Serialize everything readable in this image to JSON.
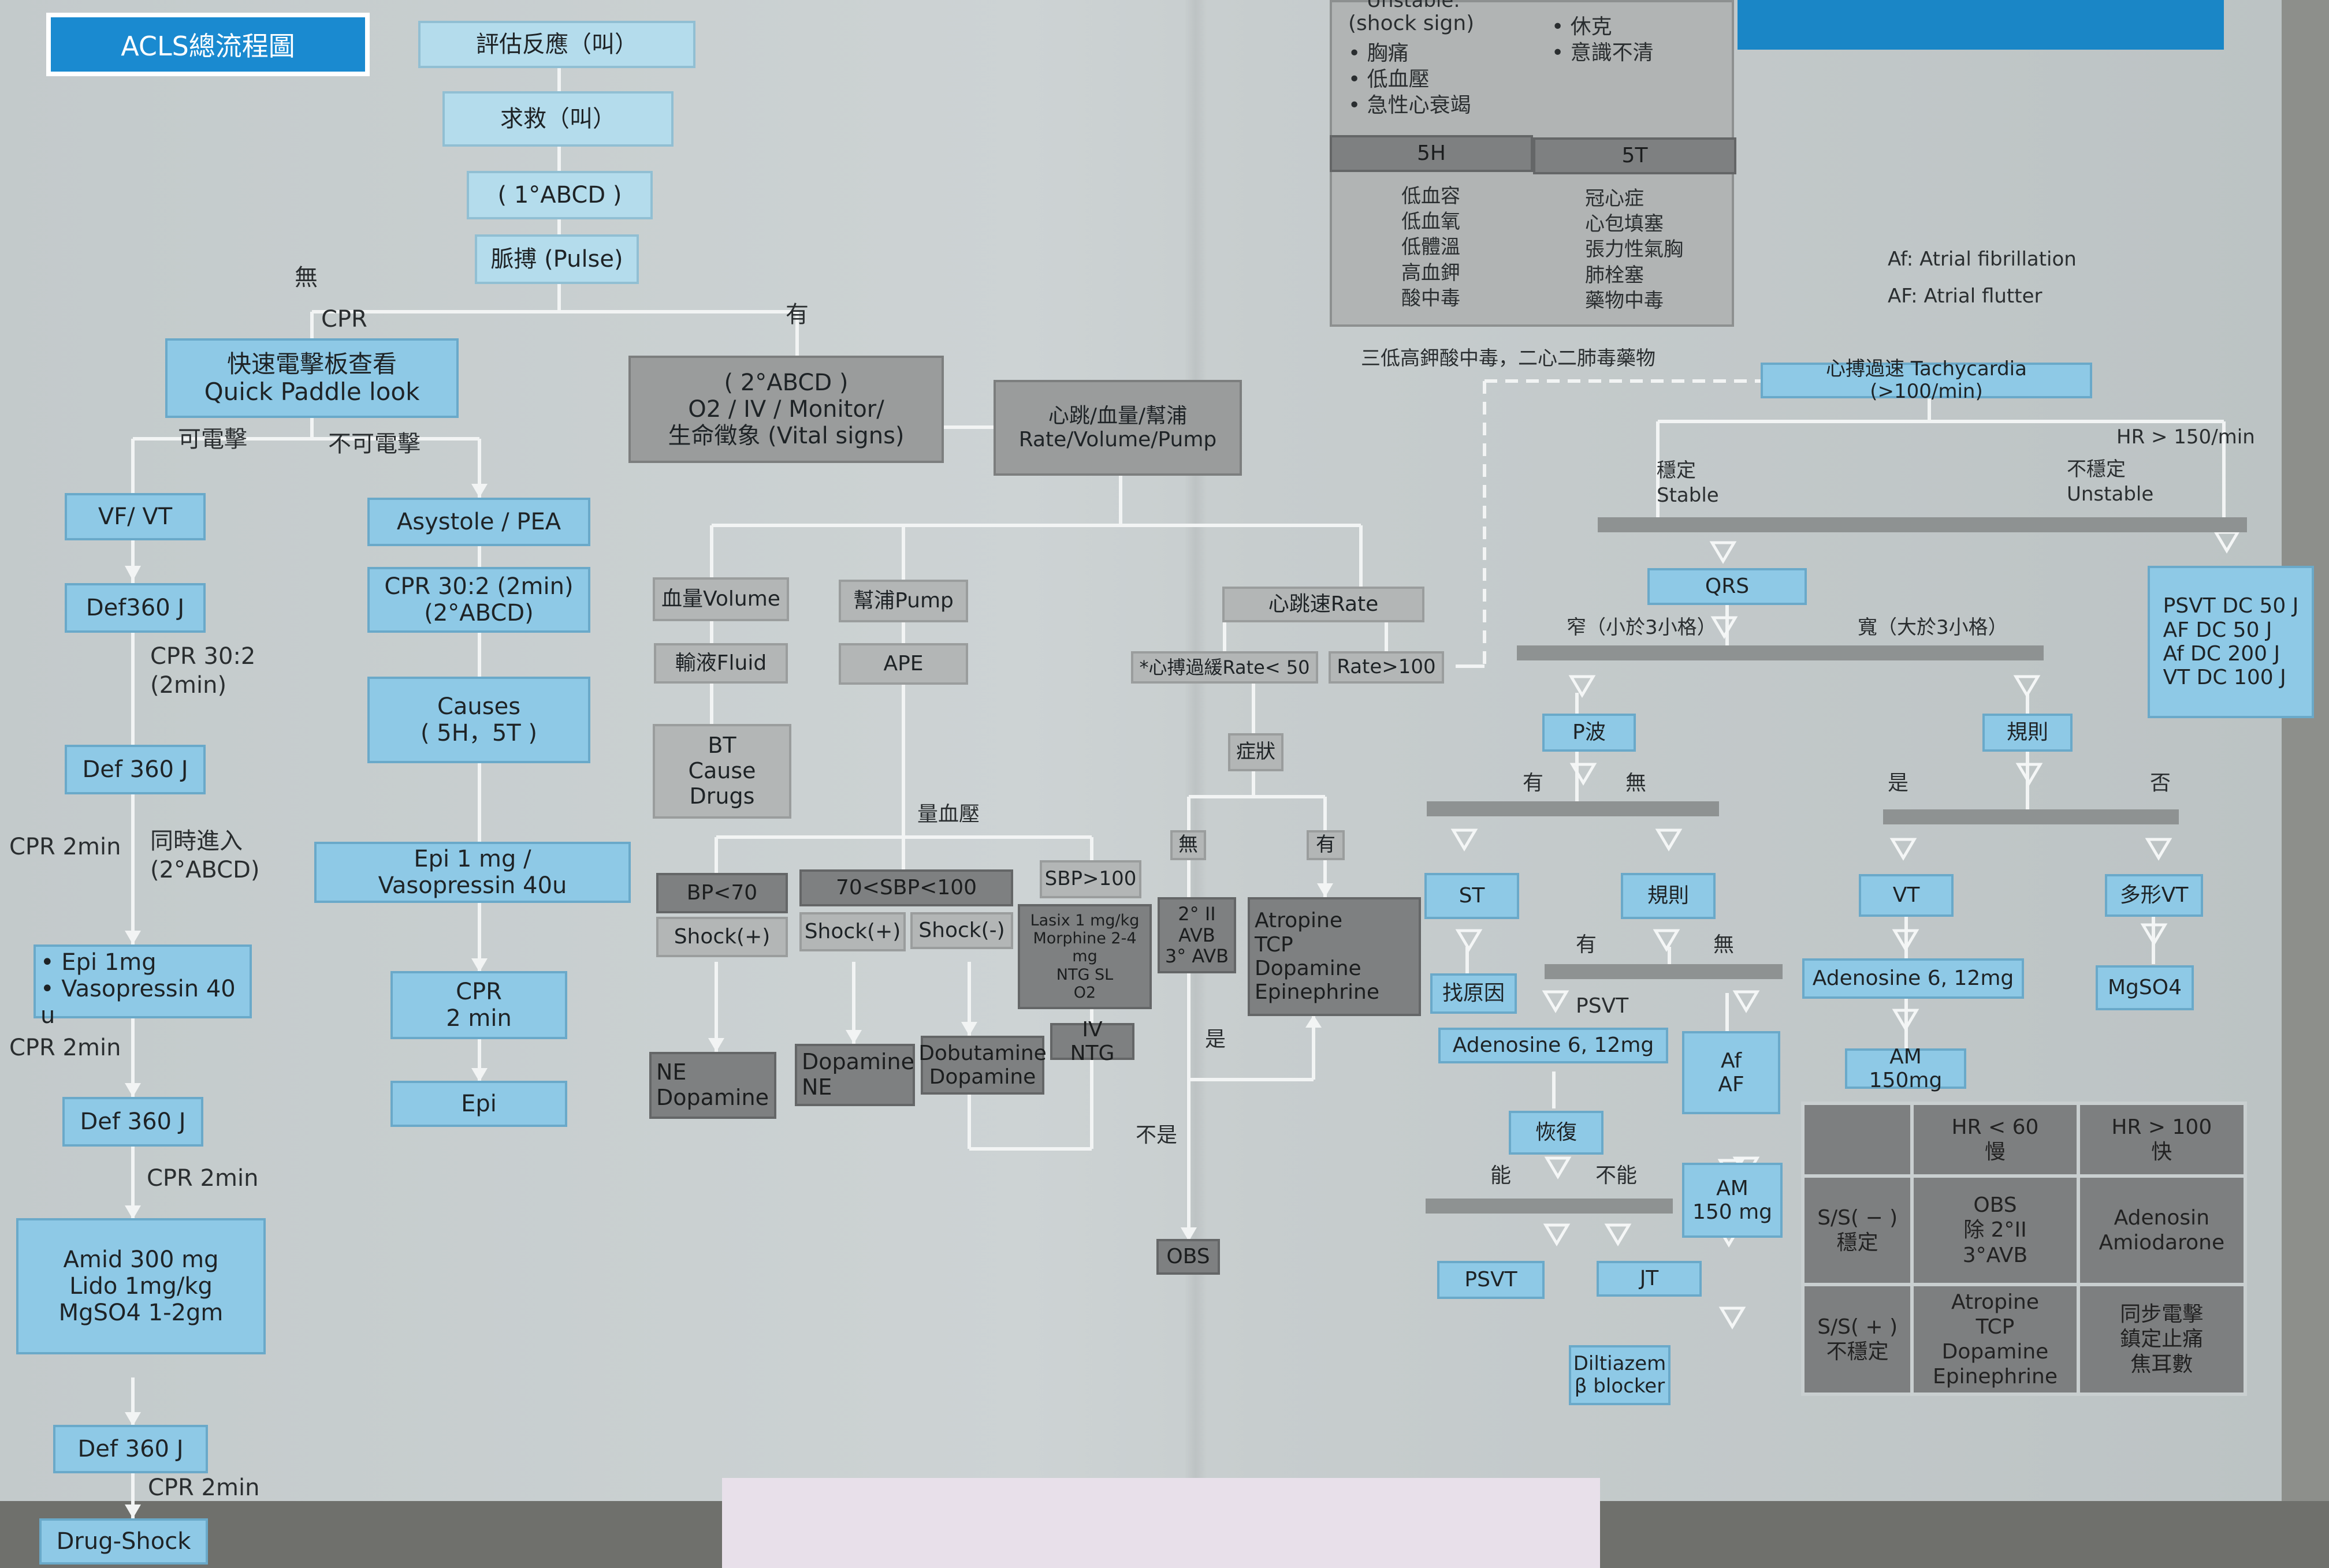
{
  "title": "ACLS總流程圖",
  "nodes": {
    "assess": "評估反應（叫）",
    "call": "求救（叫）",
    "abcd1": "( 1°ABCD )",
    "pulse": "脈搏 (Pulse)",
    "paddle": "快速電擊板查看\nQuick Paddle look",
    "abcd2": "( 2°ABCD )\nO2 / IV / Monitor/\n生命徵象 (Vital signs)",
    "rvp": "心跳/血量/幫浦\nRate/Volume/Pump",
    "vfvt": "VF/ VT",
    "asystole": "Asystole / PEA",
    "def360_1": "Def360 J",
    "cpr302": "CPR 30:2 (2min)\n(2°ABCD)",
    "def360_2": "Def 360 J",
    "causes": "Causes\n( 5H，5T )",
    "epi_vaso": "Epi 1 mg /\nVasopressin 40u",
    "epi_list": "• Epi 1mg\n• Vasopressin 40 u",
    "cpr2": "CPR\n2 min",
    "def360_3": "Def 360 J",
    "epi": "Epi",
    "amid": "Amid 300 mg\nLido 1mg/kg\nMgSO4 1-2gm",
    "def360_4": "Def 360 J",
    "drugshock": "Drug-Shock",
    "volume": "血量Volume",
    "pump": "幫浦Pump",
    "rate": "心跳速Rate",
    "fluid": "輸液Fluid",
    "ape": "APE",
    "bt": "BT\nCause\nDrugs",
    "brady": "*心搏過緩Rate< 50",
    "rate100": "Rate>100",
    "symptom": "症狀",
    "bp70": "BP<70",
    "sbp70100": "70<SBP<100",
    "sbp100": "SBP>100",
    "shockp1": "Shock(+)",
    "shockp2": "Shock(+)",
    "shockm": "Shock(-)",
    "lasix": "Lasix 1 mg/kg\nMorphine 2-4 mg\nNTG SL\nO2",
    "ne_dopa": "NE\nDopamine",
    "dopa_ne": "Dopamine\nNE",
    "dobu": "Dobutamine\nDopamine",
    "ivntg": "IV NTG",
    "no_sym": "無",
    "yes_sym": "有",
    "avb": "2° II AVB\n3° AVB",
    "atropine": "Atropine\nTCP\nDopamine\nEpinephrine",
    "obs": "OBS",
    "tachy": "心搏過速 Tachycardia (>100/min)",
    "qrs": "QRS",
    "pwave": "P波",
    "regular": "規則",
    "st": "ST",
    "reg2": "規則",
    "vt": "VT",
    "pmvt": "多形VT",
    "findcause": "找原因",
    "adeno1": "Adenosine 6, 12mg",
    "adeno2": "Adenosine 6, 12mg",
    "mgso4": "MgSO4",
    "afaf": "Af\nAF",
    "am150": "AM 150mg",
    "recover": "恢復",
    "am150b": "AM\n150 mg",
    "psvt": "PSVT",
    "jt": "JT",
    "diltiazem": "Diltiazem\nβ blocker",
    "unstable_dc": "PSVT DC 50 J\nAF  DC 50 J\nAf  DC 200 J\nVT  DC 100 J"
  },
  "labels": {
    "none": "無",
    "cpr": "CPR",
    "has": "有",
    "shockable": "可電擊",
    "nonshockable": "不可電擊",
    "cpr302b": "CPR 30:2\n(2min)",
    "cpr2min_a": "CPR 2min",
    "simul": "同時進入\n(2°ABCD)",
    "cpr2min_b": "CPR 2min",
    "cpr2min_c": "CPR 2min",
    "cpr2min_d": "CPR 2min",
    "measure_bp": "量血壓",
    "yes": "是",
    "notyes": "不是",
    "stable": "穩定\nStable",
    "unstable": "不穩定\nUnstable",
    "hr150": "HR > 150/min",
    "narrow": "窄（小於3小格）",
    "wide": "寬（大於3小格）",
    "p_yes": "有",
    "p_no": "無",
    "r_yes": "是",
    "r_no": "否",
    "psvt_yes": "有",
    "psvt_no": "無",
    "psvt_lbl": "PSVT",
    "can": "能",
    "cannot": "不能",
    "mnemonic": "三低高鉀酸中毒，二心二肺毒藥物",
    "af1": "Af: Atrial fibrillation",
    "af2": "AF: Atrial flutter"
  },
  "shock_card": {
    "partial_header": "Unstable:",
    "shock_sign": "(shock sign)",
    "left_list": "• 胸痛\n• 低血壓\n• 急性心衰竭",
    "right_list": "• 休克\n• 意識不清",
    "h5_title": "5H",
    "t5_title": "5T",
    "h5_list": "低血容\n低血氧\n低體溫\n高血鉀\n酸中毒",
    "t5_list": "冠心症\n心包填塞\n張力性氣胸\n肺栓塞\n藥物中毒"
  },
  "matrix": {
    "hr_low": "HR < 60\n慢",
    "hr_high": "HR > 100\n快",
    "ss_minus": "S/S( − )\n穩定",
    "ss_plus": "S/S( + )\n不穩定",
    "obs_cell": "OBS\n除 2°II\n3°AVB",
    "adeno_cell": "Adenosin\nAmiodarone",
    "atropine_cell": "Atropine\nTCP\nDopamine\nEpinephrine",
    "sync_cell": "同步電擊\n鎮定止痛\n焦耳數"
  },
  "colors": {
    "blue": "#8ec9e6",
    "gray": "#9a9c9c",
    "title_blue": "#1a8ad0",
    "page": "#c7cdce"
  }
}
